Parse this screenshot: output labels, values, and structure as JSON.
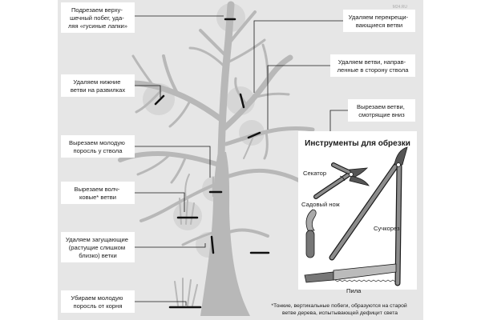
{
  "labels": {
    "l1": [
      "Подрезаем верху-",
      "шечный побег, уда-",
      "ляя «гусиные лапки»"
    ],
    "l2": [
      "Удаляем нижние",
      "ветви на развилках"
    ],
    "l3": [
      "Вырезаем молодую",
      "поросль у ствола"
    ],
    "l4": [
      "Вырезаем волч-",
      "ковые* ветви"
    ],
    "l5": [
      "Удаляем загущающие",
      "(растущие слишком",
      "близко) ветки"
    ],
    "l6": [
      "Убираем молодую",
      "поросль от корня"
    ],
    "r1": [
      "Удаляем перекрещи-",
      "вающиеся ветви"
    ],
    "r2": [
      "Удаляем ветви, направ-",
      "ленные в сторону ствола"
    ],
    "r3": [
      "Вырезаем ветви,",
      "смотрящие вниз"
    ]
  },
  "tools": {
    "title": "Инструменты для обрезки",
    "secateur": "Секатор",
    "knife": "Садовый нож",
    "lopper": "Сучкорез",
    "saw": "Пила"
  },
  "footnote": [
    "*Тонкие, вертикальные побеги, образуются на старой",
    "ветве дерева, испытывающей дефицит света"
  ],
  "watermark": "М24.RU",
  "colors": {
    "panel": "#e6e6e6",
    "tree": "#b8b8b8",
    "halo": "#d6d6d6",
    "box": "#ffffff",
    "ink": "#1a1a1a",
    "cut": "#111111",
    "tool_fill": "#8c8c8c",
    "handle_fill": "#777777"
  }
}
